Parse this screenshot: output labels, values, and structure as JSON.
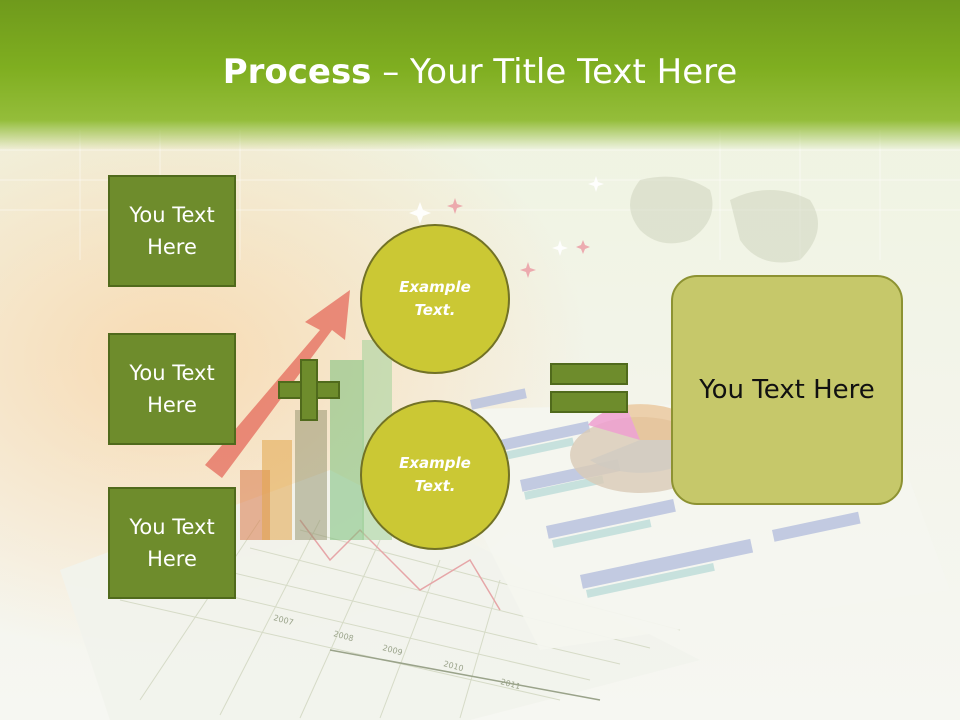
{
  "slide": {
    "title_bold": "Process",
    "title_rest": " – Your Title Text Here",
    "left_boxes": [
      {
        "text": "You Text Here"
      },
      {
        "text": "You Text Here"
      },
      {
        "text": "You Text Here"
      }
    ],
    "circles": [
      {
        "text": "Example Text."
      },
      {
        "text": "Example Text."
      }
    ],
    "result_text": "You Text Here",
    "background_years": [
      "2007",
      "2008",
      "2009",
      "2010",
      "2011"
    ],
    "colors": {
      "header": "#7fae20",
      "box_fill": "#6e8c2c",
      "box_border": "#506a1c",
      "circle_fill": "#cbc834",
      "result_fill": "#c6c86a"
    }
  }
}
